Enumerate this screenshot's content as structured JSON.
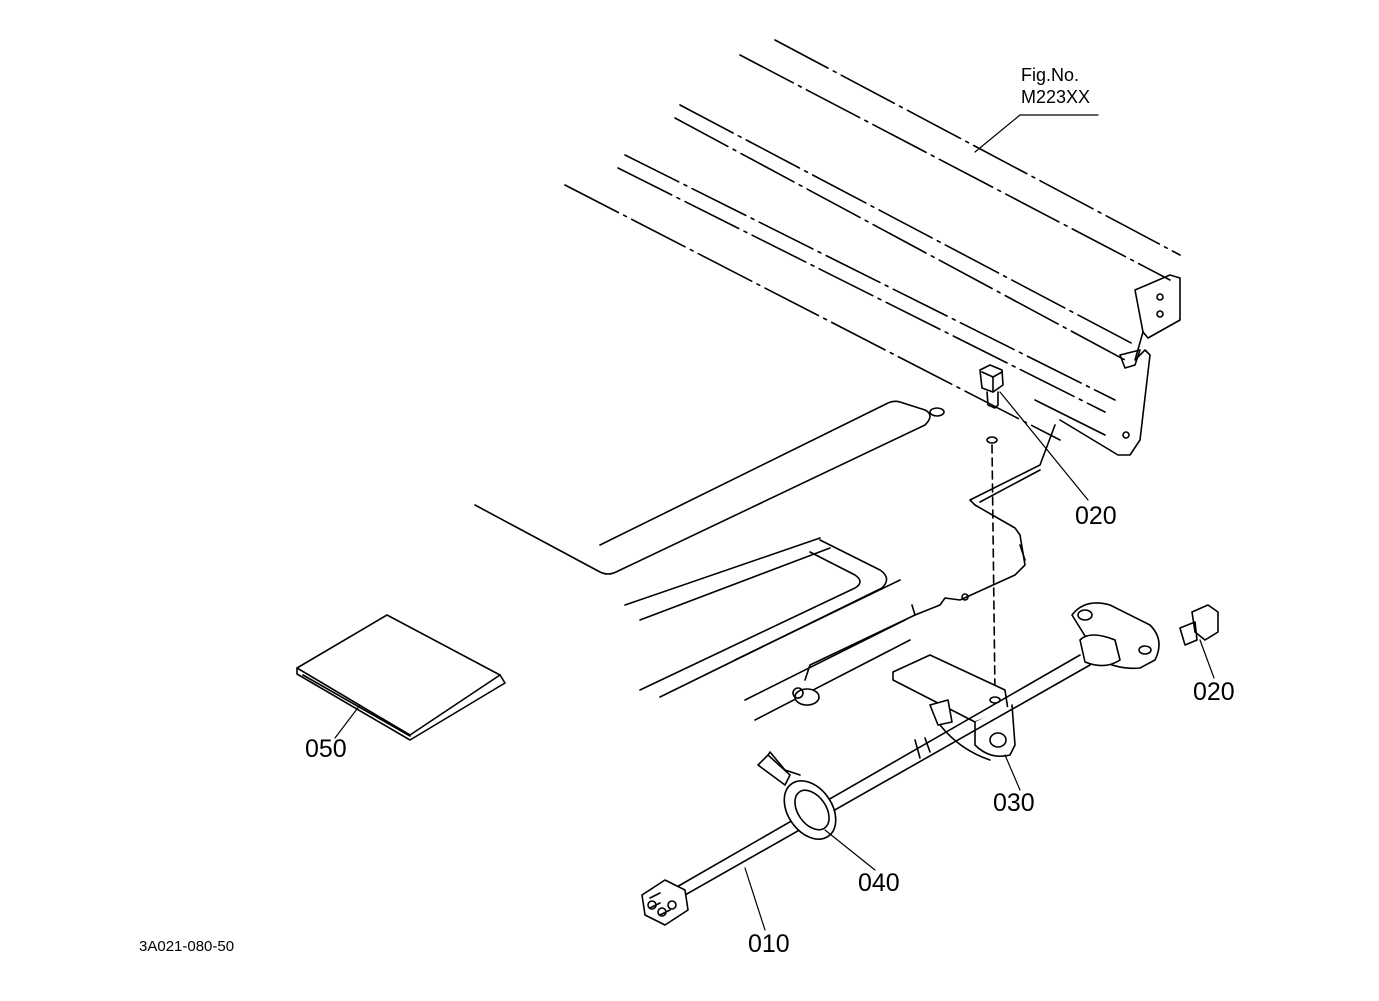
{
  "figure_ref": {
    "line1": "Fig.No.",
    "line2": "M223XX"
  },
  "callouts": [
    {
      "id": "020a",
      "text": "020"
    },
    {
      "id": "020b",
      "text": "020"
    },
    {
      "id": "030",
      "text": "030"
    },
    {
      "id": "040",
      "text": "040"
    },
    {
      "id": "010",
      "text": "010"
    },
    {
      "id": "050",
      "text": "050"
    }
  ],
  "drawing_code": "3A021-080-50"
}
